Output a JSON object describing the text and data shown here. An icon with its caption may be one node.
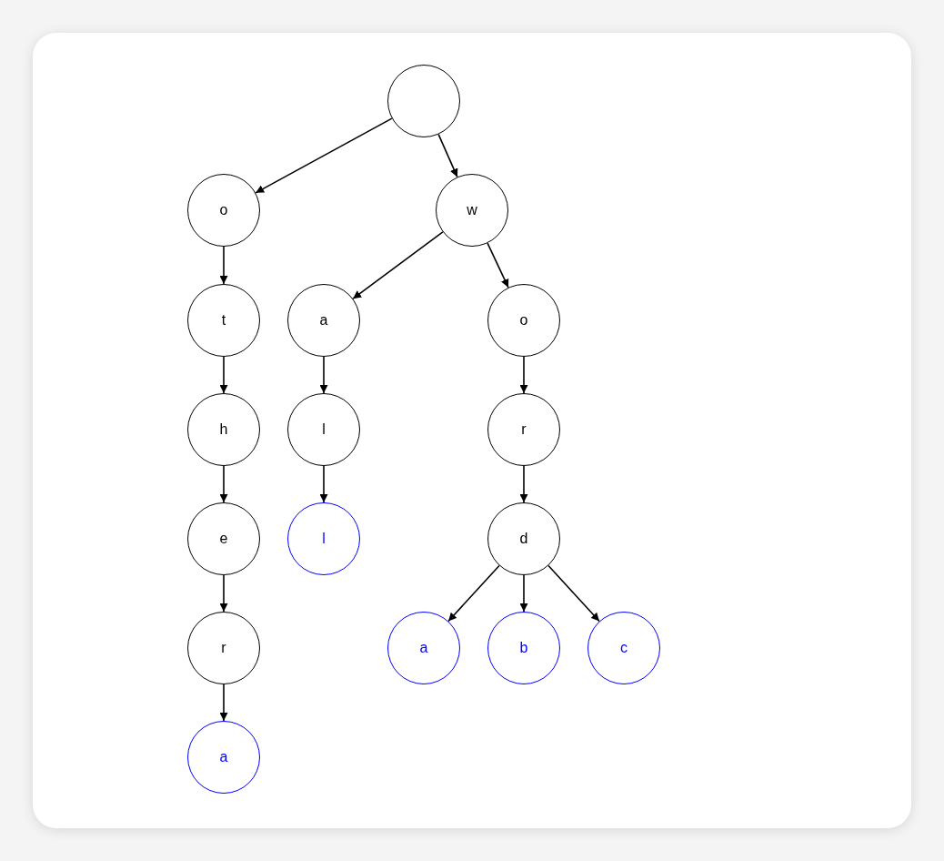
{
  "diagram": {
    "nodes": [
      {
        "text": [],
        "shape": "circle"
      },
      {
        "text": [
          "o"
        ]
      },
      {
        "text": [
          "w"
        ]
      },
      {
        "text": [
          "t"
        ]
      },
      {
        "text": [
          "a"
        ]
      },
      {
        "text": [
          "o"
        ]
      },
      {
        "text": [
          "h"
        ]
      },
      {
        "text": [
          "l"
        ]
      },
      {
        "text": [
          "r"
        ]
      },
      {
        "text": [
          "e"
        ]
      },
      {
        "text": [
          "l"
        ]
      },
      {
        "text": [
          "d"
        ]
      },
      {
        "text": [
          "r"
        ]
      },
      {
        "text": [
          "a"
        ]
      },
      {
        "text": [
          "b"
        ]
      },
      {
        "text": [
          "c"
        ]
      },
      {
        "text": [
          "a"
        ]
      }
    ],
    "edges": [
      {
        "from": 0,
        "to": 1,
        "arrow": "to"
      },
      {
        "from": 0,
        "to": 2,
        "arrow": "to"
      },
      {
        "from": 1,
        "to": 3,
        "arrow": "to"
      },
      {
        "from": 2,
        "to": 4,
        "arrow": "to"
      },
      {
        "from": 2,
        "to": 5,
        "arrow": "to"
      },
      {
        "from": 3,
        "to": 6,
        "arrow": "to"
      },
      {
        "from": 4,
        "to": 7,
        "arrow": "to"
      },
      {
        "from": 5,
        "to": 8,
        "arrow": "to"
      },
      {
        "from": 6,
        "to": 9,
        "arrow": "to"
      },
      {
        "from": 7,
        "to": 10,
        "arrow": "to"
      },
      {
        "from": 8,
        "to": 11,
        "arrow": "to"
      },
      {
        "from": 9,
        "to": 12,
        "arrow": "to"
      },
      {
        "from": 11,
        "to": 13,
        "arrow": "to"
      },
      {
        "from": 11,
        "to": 14,
        "arrow": "to"
      },
      {
        "from": 11,
        "to": 15,
        "arrow": "to"
      },
      {
        "from": 12,
        "to": 16,
        "arrow": "to"
      }
    ]
  }
}
